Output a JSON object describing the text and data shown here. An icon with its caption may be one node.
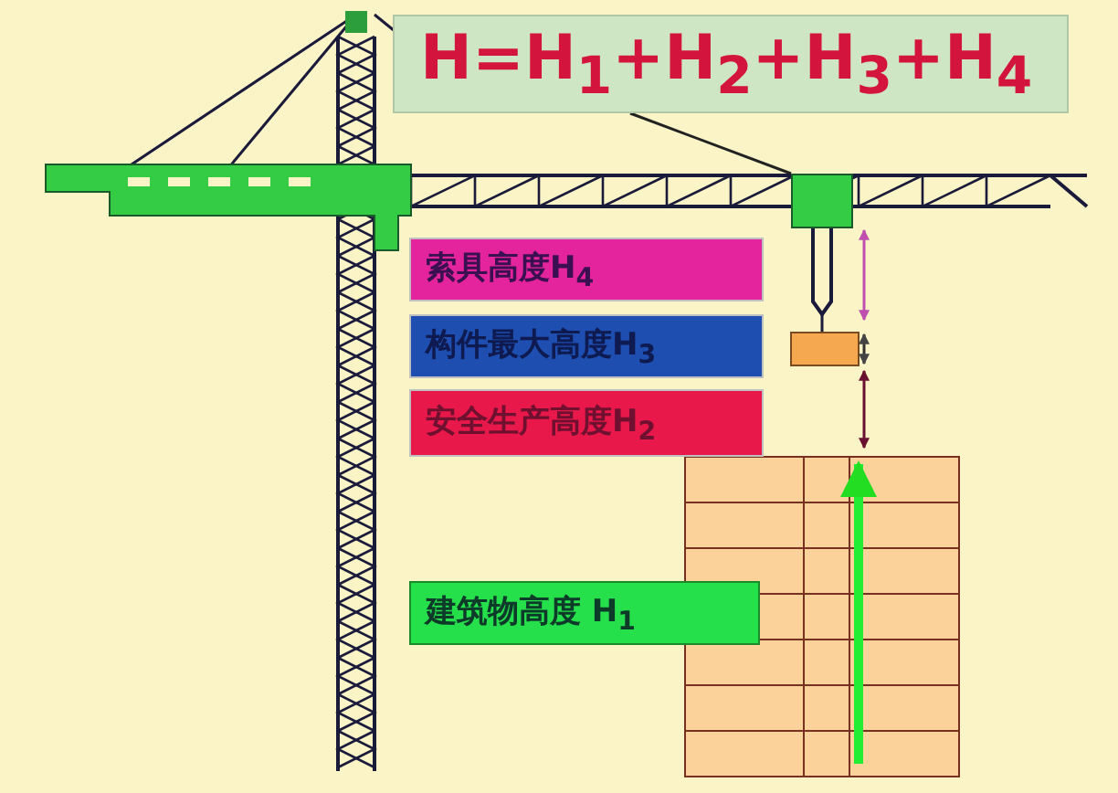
{
  "diagram": {
    "nodes": [
      {
        "text": [
          "H=H$_{1}$+H$_{2}$+H$_{3}$+H$_{4}$"
        ]
      },
      {
        "text": [],
        "shape": "box"
      },
      {
        "text": [
          "索具高度H$_{4}$"
        ]
      },
      {
        "text": [
          "构件最大高度H$_{3}$"
        ]
      },
      {
        "text": [
          "安全生产高度H$_{2}$"
        ]
      },
      {
        "text": [
          "建筑物高度 H$_{1}$"
        ]
      }
    ],
    "edges": [
      {
        "from": 0,
        "to": 1,
        "arrow": "none"
      }
    ]
  }
}
